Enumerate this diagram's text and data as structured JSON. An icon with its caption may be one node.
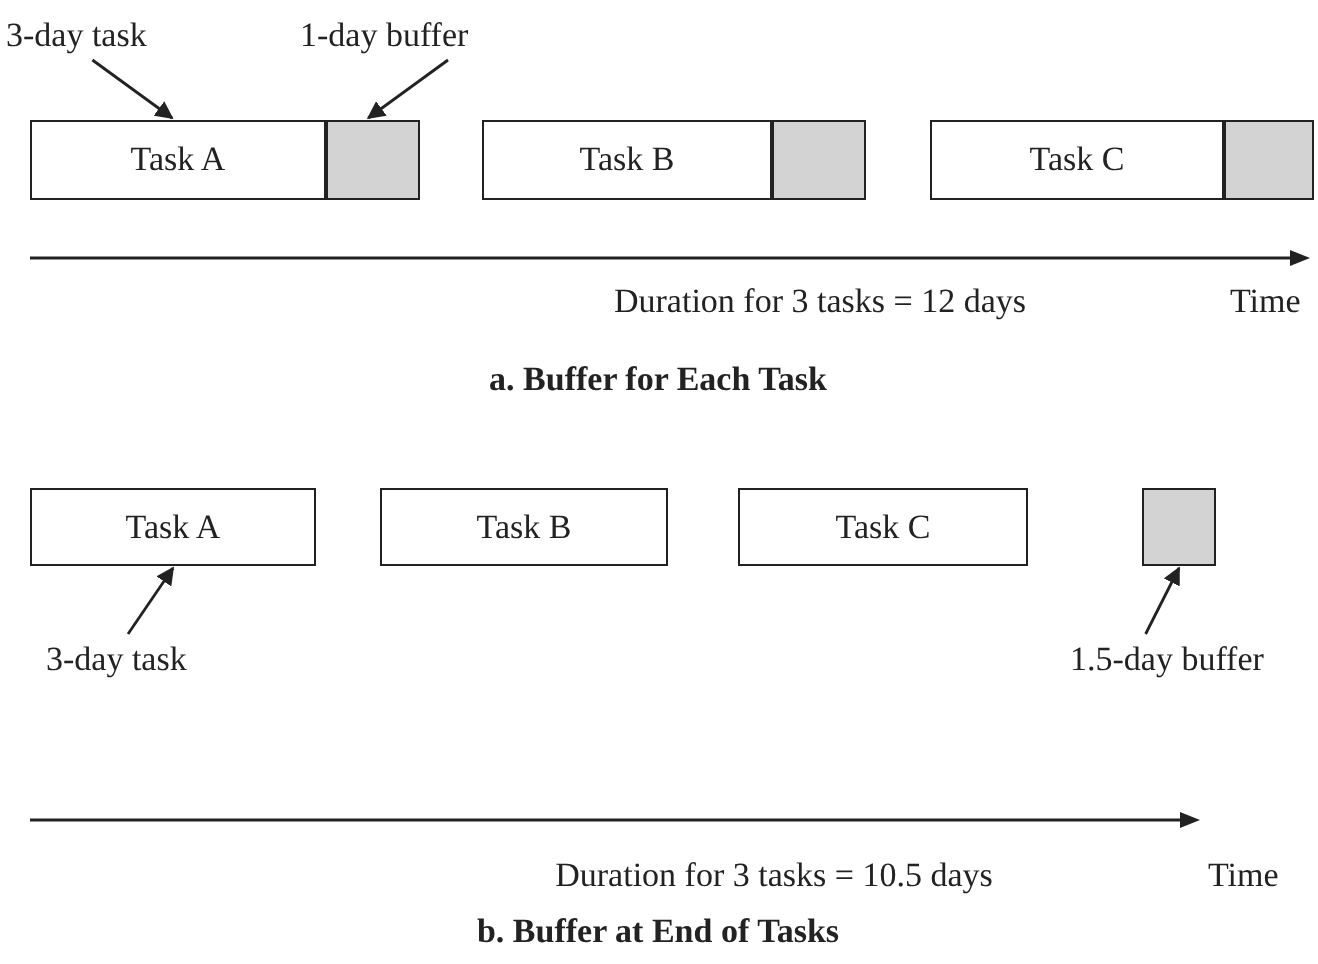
{
  "diagram": {
    "nodes": [
      {
        "text": [
          "3-day task"
        ]
      },
      {
        "text": [
          "1-day buffer"
        ]
      },
      {
        "text": [
          "Task A"
        ]
      },
      {
        "text": [],
        "shape": "box"
      },
      {
        "text": [
          "Task B"
        ]
      },
      {
        "text": [],
        "shape": "box"
      },
      {
        "text": [
          "Task C"
        ]
      },
      {
        "text": [],
        "shape": "box"
      },
      {
        "text": [
          "Task A"
        ]
      },
      {
        "text": [
          "Task B"
        ]
      },
      {
        "text": [
          "Task C"
        ]
      },
      {
        "text": [],
        "shape": "box"
      },
      {
        "text": [
          "3-day task"
        ]
      },
      {
        "text": [
          "1.5-day buffer"
        ]
      }
    ],
    "edges": [
      {
        "from": 0,
        "to": 2,
        "arrow": "to"
      },
      {
        "from": 1,
        "to": 3,
        "arrow": "to"
      },
      {
        "from": 12,
        "to": 8,
        "arrow": "to"
      },
      {
        "from": 13,
        "to": 11,
        "arrow": "to"
      }
    ],
    "labels": [
      "Duration for 3 tasks = 12 days",
      "Time",
      "a. Buffer for Each Task",
      "Duration for 3 tasks = 10.5 days",
      "Time",
      "b. Buffer at End of Tasks"
    ]
  }
}
